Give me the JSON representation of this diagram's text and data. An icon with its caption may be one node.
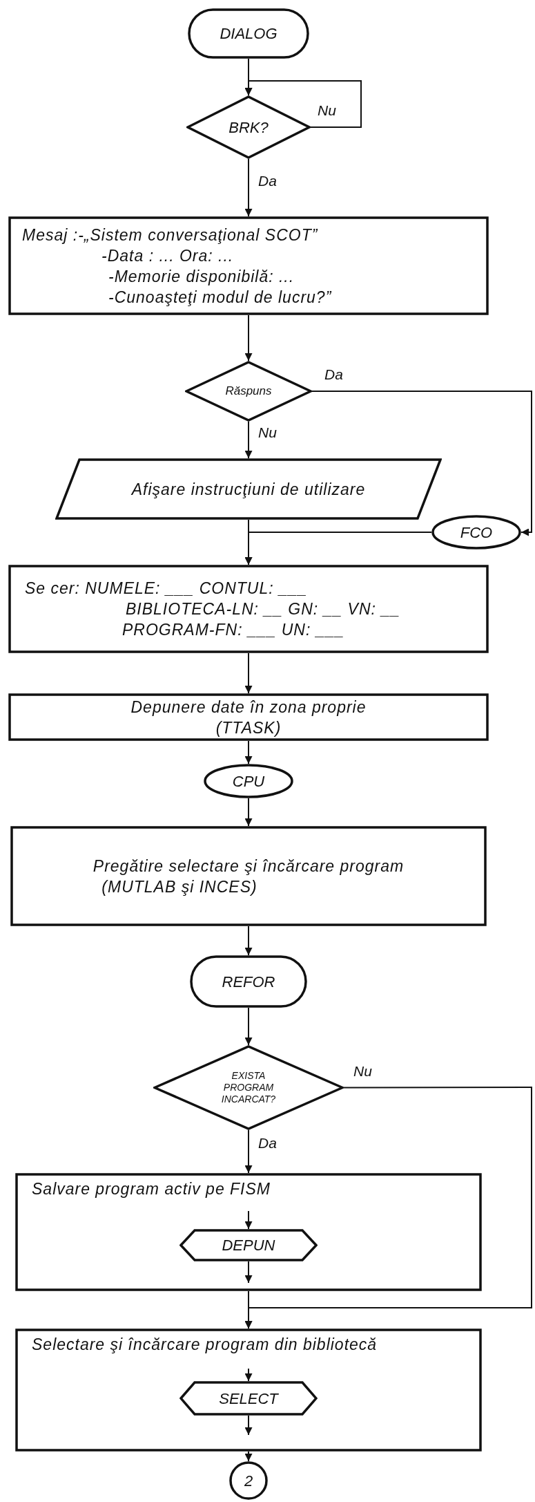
{
  "diagram": {
    "nodes": [
      {
        "text": [
          "DIALOG"
        ]
      },
      {
        "text": [
          "BRK?"
        ]
      },
      {
        "text": [
          "Mesaj :-„Sistem conversaţional SCOT”",
          "-Data : ... Ora: ...",
          "-Memorie disponibilă: ...",
          "-Cunoaşteţi modul de lucru?”"
        ]
      },
      {
        "text": [
          "Răspuns"
        ]
      },
      {
        "text": [
          "Afişare instrucţiuni de utilizare"
        ]
      },
      {
        "text": [
          "FCO"
        ]
      },
      {
        "text": [
          "Se cer: NUMELE: ___ CONTUL: ___",
          "BIBLIOTECA-LN: __ GN: __ VN: __",
          "PROGRAM-FN: ___ UN: ___"
        ]
      },
      {
        "text": [
          "Depunere date în zona proprie",
          "(TTASK)"
        ]
      },
      {
        "text": [
          "CPU"
        ]
      },
      {
        "text": [
          "Pregătire selectare şi încărcare program",
          "(MUTLAB şi INCES)"
        ]
      },
      {
        "text": [
          "REFOR"
        ]
      },
      {
        "text": [
          "EXISTA PROGRAM INCARCAT?"
        ]
      },
      {
        "text": [
          "Salvare program activ pe FISM"
        ]
      },
      {
        "text": [
          "DEPUN"
        ],
        "in": 12
      },
      {
        "text": [
          "Selectare şi încărcare program din bibliotecă"
        ]
      },
      {
        "text": [
          "SELECT"
        ],
        "in": 14
      },
      {
        "text": [
          "2"
        ]
      }
    ],
    "edges": [
      {
        "from": 0,
        "to": 1,
        "arrow": "to"
      },
      {
        "from": 1,
        "to": 1,
        "arrow": "to",
        "label": "Nu"
      },
      {
        "from": 1,
        "to": 2,
        "arrow": "to",
        "label": "Da"
      },
      {
        "from": 2,
        "to": 3,
        "arrow": "to"
      },
      {
        "from": 3,
        "to": 4,
        "arrow": "to",
        "label": "Nu"
      },
      {
        "from": 3,
        "to": 5,
        "arrow": "to",
        "label": "Da"
      },
      {
        "from": 4,
        "to": 6,
        "arrow": "to"
      },
      {
        "from": 5,
        "to": 6,
        "arrow": "to"
      },
      {
        "from": 6,
        "to": 7,
        "arrow": "to"
      },
      {
        "from": 7,
        "to": 8,
        "arrow": "to"
      },
      {
        "from": 8,
        "to": 9,
        "arrow": "to"
      },
      {
        "from": 9,
        "to": 10,
        "arrow": "to"
      },
      {
        "from": 10,
        "to": 11,
        "arrow": "to"
      },
      {
        "from": 11,
        "to": 12,
        "arrow": "to",
        "label": "Da"
      },
      {
        "from": 11,
        "to": 14,
        "arrow": "to",
        "label": "Nu"
      },
      {
        "from": 12,
        "to": 14,
        "arrow": "to"
      },
      {
        "from": null,
        "to": 13,
        "arrow": "to"
      },
      {
        "from": 13,
        "to": null,
        "arrow": "to"
      },
      {
        "from": null,
        "to": 15,
        "arrow": "to"
      },
      {
        "from": 15,
        "to": null,
        "arrow": "to"
      },
      {
        "from": 14,
        "to": 16,
        "arrow": "to"
      }
    ]
  }
}
